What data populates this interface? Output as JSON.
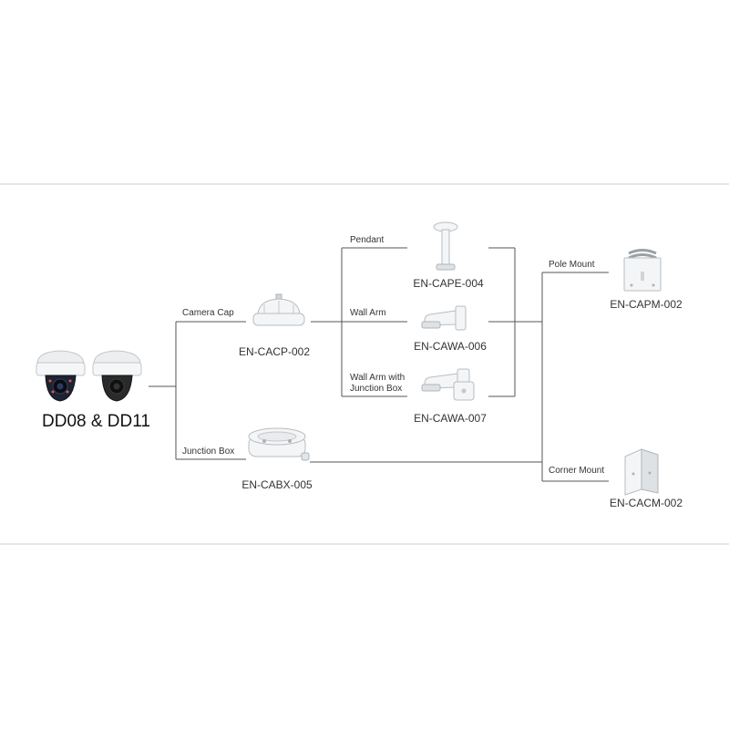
{
  "product": {
    "title": "DD08 & DD11"
  },
  "branches": {
    "camera_cap": "Camera Cap",
    "junction_box": "Junction Box",
    "pendant": "Pendant",
    "wall_arm": "Wall Arm",
    "wall_arm_jb_line1": "Wall Arm with",
    "wall_arm_jb_line2": "Junction Box",
    "pole_mount": "Pole Mount",
    "corner_mount": "Corner Mount"
  },
  "models": {
    "cacp": "EN-CACP-002",
    "cabx": "EN-CABX-005",
    "cape": "EN-CAPE-004",
    "cawa6": "EN-CAWA-006",
    "cawa7": "EN-CAWA-007",
    "capm": "EN-CAPM-002",
    "cacm": "EN-CACM-002"
  },
  "icons": {
    "camera_white": "dome-camera-white-icon",
    "camera_dark": "dome-camera-dark-icon",
    "cap": "camera-cap-icon",
    "junction": "junction-box-icon",
    "pendant": "pendant-mount-icon",
    "wall_arm": "wall-arm-icon",
    "wall_arm_jb": "wall-arm-junction-box-icon",
    "pole": "pole-mount-icon",
    "corner": "corner-mount-icon"
  }
}
